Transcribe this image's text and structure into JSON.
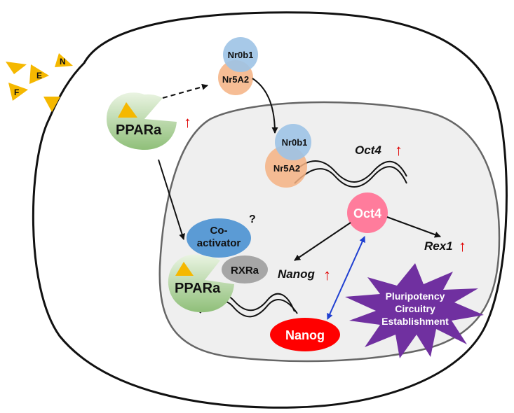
{
  "ligands": {
    "e": "E",
    "n": "N",
    "f": "F"
  },
  "proteins": {
    "ppara_top": "PPARa",
    "ppara_bottom": "PPARa",
    "nr0b1_top": "Nr0b1",
    "nr5a2_top": "Nr5A2",
    "nr0b1_bound": "Nr0b1",
    "nr5a2_bound": "Nr5A2",
    "coactivator_line1": "Co-",
    "coactivator_line2": "activator",
    "coactivator_question": "?",
    "rxra": "RXRa",
    "oct4_protein": "Oct4",
    "nanog_protein": "Nanog"
  },
  "genes": {
    "oct4": "Oct4",
    "nanog": "Nanog",
    "rex1": "Rex1"
  },
  "outcome": {
    "line1": "Pluripotency",
    "line2": "Circuitry",
    "line3": "Establishment"
  },
  "up_arrow": "↑",
  "colors": {
    "ligand": "#f5b800",
    "ppara": "#a9d18e",
    "nr0b1": "#9dc3e6",
    "nr5a2": "#f4b183",
    "coactivator": "#5b9bd5",
    "rxra": "#a6a6a6",
    "oct4": "#ff7c9c",
    "nanog": "#ff0000",
    "burst": "#7030a0",
    "up_arrow": "#e00000",
    "double_arrow": "#1f3fd1",
    "nucleus": "#efefef"
  }
}
